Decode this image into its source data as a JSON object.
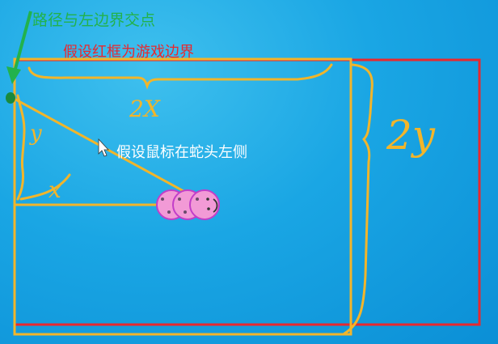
{
  "annotations": {
    "intersection_label": "路径与左边界交点",
    "red_frame_label": "假设红框为游戏边界",
    "mouse_label": "假设鼠标在蛇头左侧"
  },
  "handwritten": {
    "two_x": "2X",
    "y": "y",
    "x": "x",
    "two_y": "2y"
  },
  "colors": {
    "background": "#1aa6e4",
    "red_frame": "#e8282e",
    "yellow_frame": "#f2b52a",
    "green_arrow": "#22b24c",
    "snake_pink": "#f29ad6",
    "snake_outline": "#c23ec9"
  },
  "icons": [
    "mouse-cursor-icon",
    "snake-head-icon",
    "green-arrow-icon"
  ]
}
